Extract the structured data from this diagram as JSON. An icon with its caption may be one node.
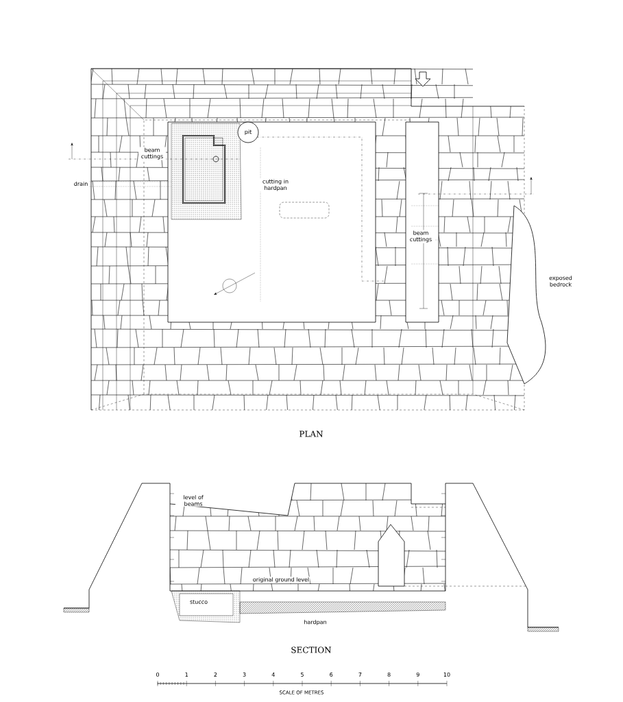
{
  "diagram": {
    "nodes": [
      {
        "text": [
          "pit"
        ]
      }
    ],
    "edges": [],
    "labels": [
      "beam cuttings",
      "drain",
      "cutting in hardpan",
      "beam cuttings",
      "exposed bedrock",
      "PLAN",
      "level of beams",
      "original ground level",
      "stucco",
      "hardpan",
      "SECTION",
      "0",
      "1",
      "2",
      "3",
      "4",
      "5",
      "6",
      "7",
      "8",
      "9",
      "10",
      "SCALE OF METRES"
    ]
  }
}
